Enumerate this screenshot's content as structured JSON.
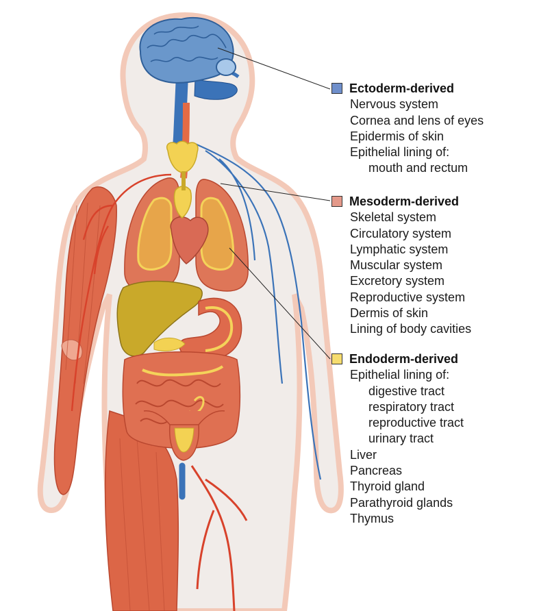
{
  "colors": {
    "ectoderm": "#6f8fcb",
    "mesoderm": "#e4998a",
    "endoderm": "#f6dc6e",
    "body_outline": "#f2c8b8",
    "body_fill": "#f1ece9",
    "brain": "#5f8fc4",
    "nerve": "#3b73b8",
    "muscle": "#d9583c",
    "artery": "#d9432a",
    "liver": "#c9a92a",
    "thyroid": "#f3d253"
  },
  "germ_layers": [
    {
      "label": "Ectoderm-derived",
      "items": [
        {
          "text": "Nervous system",
          "sub": false
        },
        {
          "text": "Cornea and lens of eyes",
          "sub": false
        },
        {
          "text": "Epidermis of skin",
          "sub": false
        },
        {
          "text": "Epithelial lining of:",
          "sub": false
        },
        {
          "text": "mouth and rectum",
          "sub": true
        }
      ]
    },
    {
      "label": "Mesoderm-derived",
      "items": [
        {
          "text": "Skeletal system",
          "sub": false
        },
        {
          "text": "Circulatory system",
          "sub": false
        },
        {
          "text": "Lymphatic system",
          "sub": false
        },
        {
          "text": "Muscular system",
          "sub": false
        },
        {
          "text": "Excretory system",
          "sub": false
        },
        {
          "text": "Reproductive system",
          "sub": false
        },
        {
          "text": "Dermis of skin",
          "sub": false
        },
        {
          "text": "Lining of body cavities",
          "sub": false
        }
      ]
    },
    {
      "label": "Endoderm-derived",
      "items": [
        {
          "text": "Epithelial lining of:",
          "sub": false
        },
        {
          "text": "digestive tract",
          "sub": true
        },
        {
          "text": "respiratory tract",
          "sub": true
        },
        {
          "text": "reproductive tract",
          "sub": true
        },
        {
          "text": "urinary tract",
          "sub": true
        },
        {
          "text": "Liver",
          "sub": false
        },
        {
          "text": "Pancreas",
          "sub": false
        },
        {
          "text": "Thyroid gland",
          "sub": false
        },
        {
          "text": "Parathyroid glands",
          "sub": false
        },
        {
          "text": "Thymus",
          "sub": false
        }
      ]
    }
  ]
}
